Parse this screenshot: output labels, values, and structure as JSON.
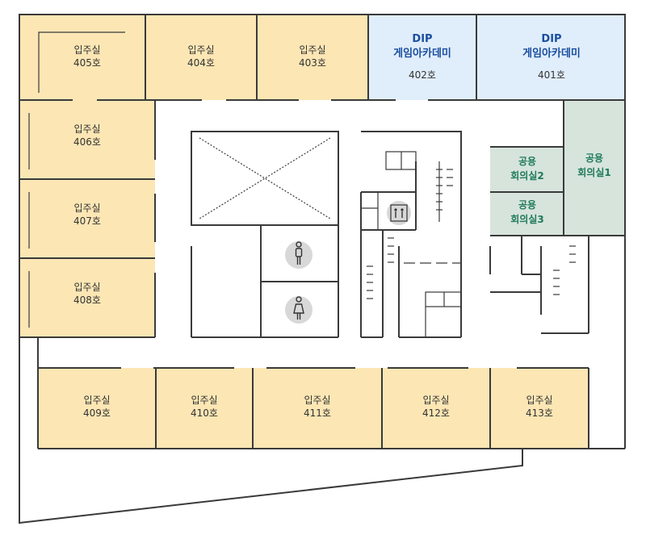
{
  "rooms": {
    "r405": {
      "line1": "입주실",
      "line2": "405호"
    },
    "r404": {
      "line1": "입주실",
      "line2": "404호"
    },
    "r403": {
      "line1": "입주실",
      "line2": "403호"
    },
    "r402": {
      "line1": "DIP",
      "line2": "게임아카데미",
      "line3": "402호"
    },
    "r401": {
      "line1": "DIP",
      "line2": "게임아카데미",
      "line3": "401호"
    },
    "r406": {
      "line1": "입주실",
      "line2": "406호"
    },
    "r407": {
      "line1": "입주실",
      "line2": "407호"
    },
    "r408": {
      "line1": "입주실",
      "line2": "408호"
    },
    "r409": {
      "line1": "입주실",
      "line2": "409호"
    },
    "r410": {
      "line1": "입주실",
      "line2": "410호"
    },
    "r411": {
      "line1": "입주실",
      "line2": "411호"
    },
    "r412": {
      "line1": "입주실",
      "line2": "412호"
    },
    "r413": {
      "line1": "입주실",
      "line2": "413호"
    },
    "meeting1": {
      "line1": "공용",
      "line2": "회의실1"
    },
    "meeting2": {
      "line1": "공용",
      "line2": "회의실2"
    },
    "meeting3": {
      "line1": "공용",
      "line2": "회의실3"
    }
  },
  "icons": {
    "male_restroom": "male-restroom-icon",
    "female_restroom": "female-restroom-icon",
    "elevator": "elevator-icon"
  },
  "colors": {
    "tenant_room": "#fce6b4",
    "academy_room": "#e0edfb",
    "meeting_room": "#d6e4dc",
    "academy_text": "#1a4fa0",
    "meeting_text": "#1f7a5a"
  }
}
